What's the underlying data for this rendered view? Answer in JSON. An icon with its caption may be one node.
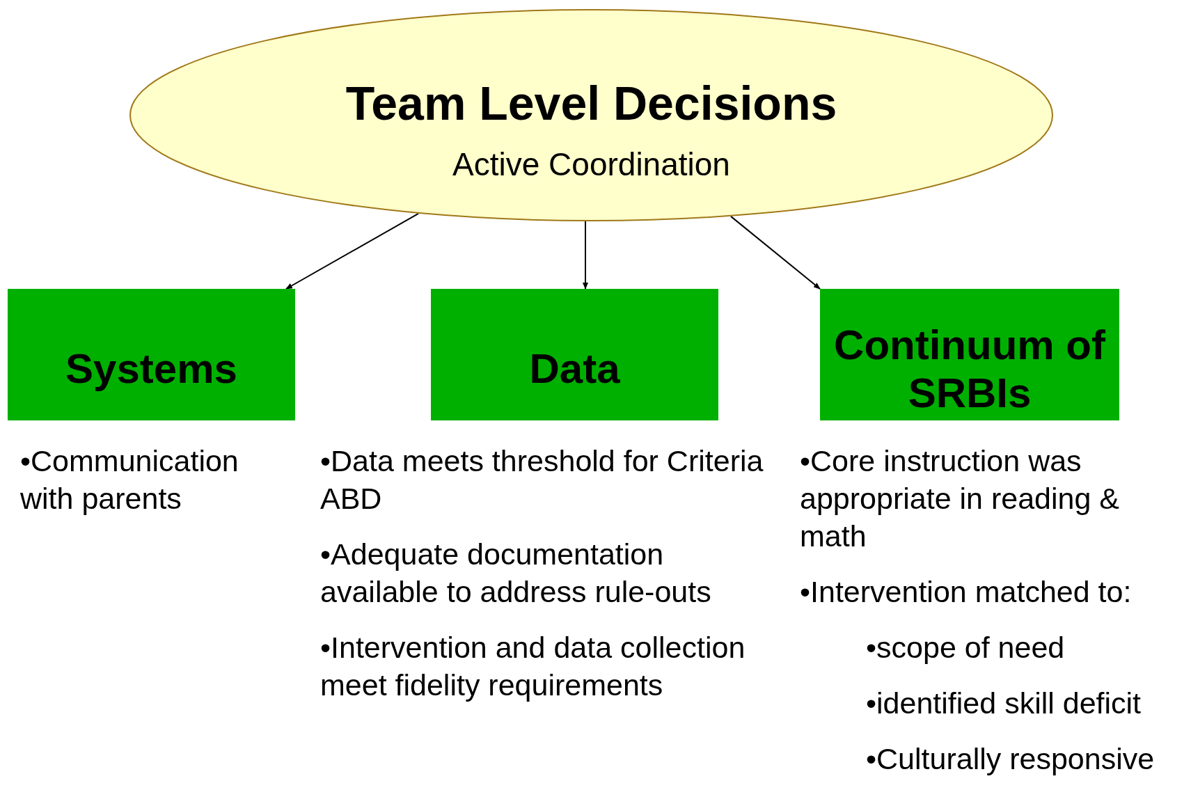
{
  "diagram": {
    "nodes": [
      {
        "text": [
          "Team Level Decisions",
          "Active Coordination"
        ]
      },
      {
        "text": [
          "Systems"
        ],
        "beside": [
          "•Communication with parents"
        ]
      },
      {
        "text": [
          "Data"
        ],
        "beside": [
          "•Data meets threshold for Criteria ABD",
          "•Adequate documentation available to address rule-outs",
          "•Intervention and data collection meet fidelity requirements"
        ]
      },
      {
        "text": [
          "Continuum of SRBIs"
        ],
        "beside": [
          "•Core instruction was appropriate in reading & math",
          "•Intervention matched to:",
          "•scope of need",
          "•identified skill deficit",
          "•Culturally responsive"
        ]
      }
    ],
    "edges": [
      {
        "from": 0,
        "to": 1,
        "arrow": "to"
      },
      {
        "from": 0,
        "to": 2,
        "arrow": "to"
      },
      {
        "from": 0,
        "to": 3,
        "arrow": "to"
      }
    ]
  }
}
